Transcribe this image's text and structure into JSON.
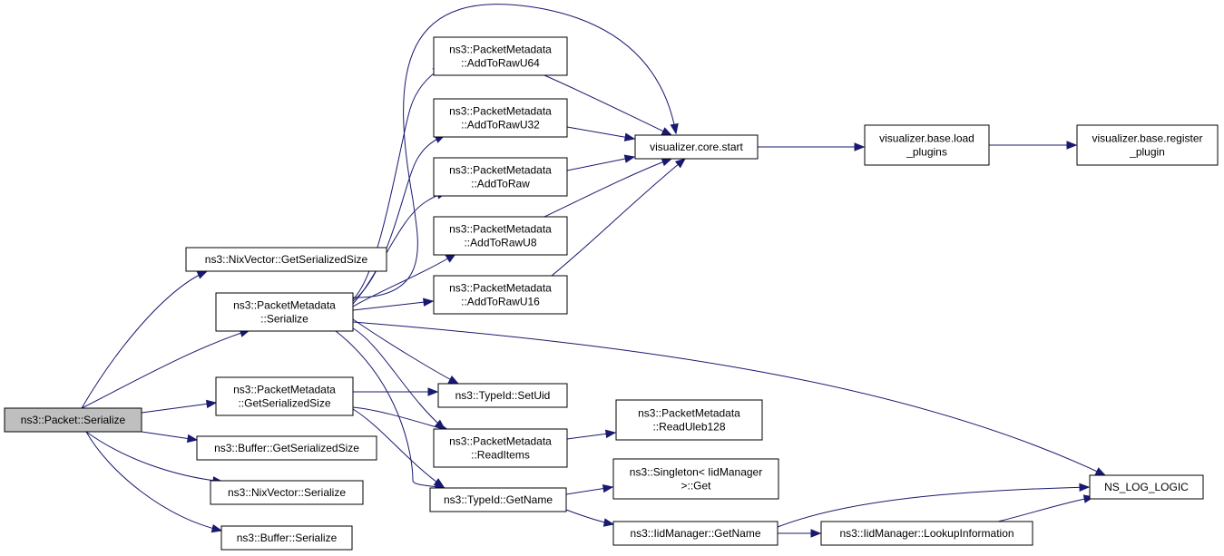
{
  "graph": {
    "colors": {
      "edge": "#191970",
      "node_fill": "#ffffff",
      "root_fill": "#bfbfbf",
      "node_stroke": "#000000"
    },
    "nodes": [
      {
        "id": "root",
        "lines": [
          "ns3::Packet::Serialize"
        ],
        "root": true
      },
      {
        "id": "nix_size",
        "lines": [
          "ns3::NixVector::GetSerializedSize"
        ]
      },
      {
        "id": "pm_serialize",
        "lines": [
          "ns3::PacketMetadata",
          "::Serialize"
        ]
      },
      {
        "id": "pm_getsize",
        "lines": [
          "ns3::PacketMetadata",
          "::GetSerializedSize"
        ]
      },
      {
        "id": "buf_size",
        "lines": [
          "ns3::Buffer::GetSerializedSize"
        ]
      },
      {
        "id": "nix_ser",
        "lines": [
          "ns3::NixVector::Serialize"
        ]
      },
      {
        "id": "buf_ser",
        "lines": [
          "ns3::Buffer::Serialize"
        ]
      },
      {
        "id": "u64",
        "lines": [
          "ns3::PacketMetadata",
          "::AddToRawU64"
        ]
      },
      {
        "id": "u32",
        "lines": [
          "ns3::PacketMetadata",
          "::AddToRawU32"
        ]
      },
      {
        "id": "raw",
        "lines": [
          "ns3::PacketMetadata",
          "::AddToRaw"
        ]
      },
      {
        "id": "u8",
        "lines": [
          "ns3::PacketMetadata",
          "::AddToRawU8"
        ]
      },
      {
        "id": "u16",
        "lines": [
          "ns3::PacketMetadata",
          "::AddToRawU16"
        ]
      },
      {
        "id": "setuid",
        "lines": [
          "ns3::TypeId::SetUid"
        ]
      },
      {
        "id": "readitems",
        "lines": [
          "ns3::PacketMetadata",
          "::ReadItems"
        ]
      },
      {
        "id": "getname",
        "lines": [
          "ns3::TypeId::GetName"
        ]
      },
      {
        "id": "core_start",
        "lines": [
          "visualizer.core.start"
        ]
      },
      {
        "id": "load_plugins",
        "lines": [
          "visualizer.base.load",
          "_plugins"
        ]
      },
      {
        "id": "register_plugin",
        "lines": [
          "visualizer.base.register",
          "_plugin"
        ]
      },
      {
        "id": "readuleb",
        "lines": [
          "ns3::PacketMetadata",
          "::ReadUleb128"
        ]
      },
      {
        "id": "singleton",
        "lines": [
          "ns3::Singleton< IidManager",
          ">::Get"
        ]
      },
      {
        "id": "iid_getname",
        "lines": [
          "ns3::IidManager::GetName"
        ]
      },
      {
        "id": "lookup",
        "lines": [
          "ns3::IidManager::LookupInformation"
        ]
      },
      {
        "id": "nslog",
        "lines": [
          "NS_LOG_LOGIC"
        ]
      }
    ],
    "edges": [
      {
        "from": "root",
        "to": "nix_size"
      },
      {
        "from": "root",
        "to": "pm_serialize"
      },
      {
        "from": "root",
        "to": "pm_getsize"
      },
      {
        "from": "root",
        "to": "buf_size"
      },
      {
        "from": "root",
        "to": "nix_ser"
      },
      {
        "from": "root",
        "to": "buf_ser"
      },
      {
        "from": "pm_serialize",
        "to": "u64"
      },
      {
        "from": "pm_serialize",
        "to": "u32"
      },
      {
        "from": "pm_serialize",
        "to": "raw"
      },
      {
        "from": "pm_serialize",
        "to": "u8"
      },
      {
        "from": "pm_serialize",
        "to": "u16"
      },
      {
        "from": "pm_serialize",
        "to": "core_start"
      },
      {
        "from": "pm_serialize",
        "to": "setuid"
      },
      {
        "from": "pm_serialize",
        "to": "readitems"
      },
      {
        "from": "pm_serialize",
        "to": "getname"
      },
      {
        "from": "pm_serialize",
        "to": "nslog"
      },
      {
        "from": "pm_getsize",
        "to": "setuid"
      },
      {
        "from": "pm_getsize",
        "to": "readitems"
      },
      {
        "from": "pm_getsize",
        "to": "getname"
      },
      {
        "from": "u64",
        "to": "core_start"
      },
      {
        "from": "u32",
        "to": "core_start"
      },
      {
        "from": "raw",
        "to": "core_start"
      },
      {
        "from": "u8",
        "to": "core_start"
      },
      {
        "from": "u16",
        "to": "core_start"
      },
      {
        "from": "core_start",
        "to": "load_plugins"
      },
      {
        "from": "load_plugins",
        "to": "register_plugin"
      },
      {
        "from": "readitems",
        "to": "readuleb"
      },
      {
        "from": "getname",
        "to": "singleton"
      },
      {
        "from": "getname",
        "to": "iid_getname"
      },
      {
        "from": "iid_getname",
        "to": "lookup"
      },
      {
        "from": "iid_getname",
        "to": "nslog"
      },
      {
        "from": "lookup",
        "to": "nslog"
      }
    ]
  }
}
